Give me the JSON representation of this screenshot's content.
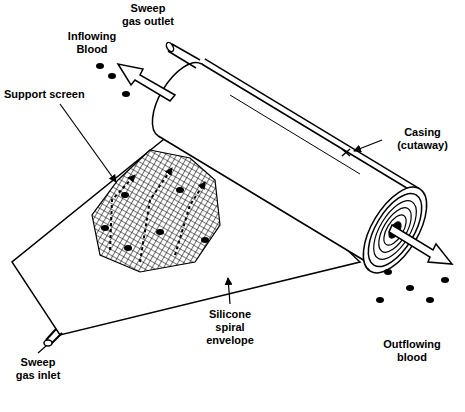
{
  "diagram": {
    "labels": [
      "Sweep gas outlet",
      "Inflowing Blood",
      "Support screen",
      "Casing (cutaway)",
      "Silicone spiral envelope",
      "Outflowing blood",
      "Sweep gas inlet"
    ]
  }
}
